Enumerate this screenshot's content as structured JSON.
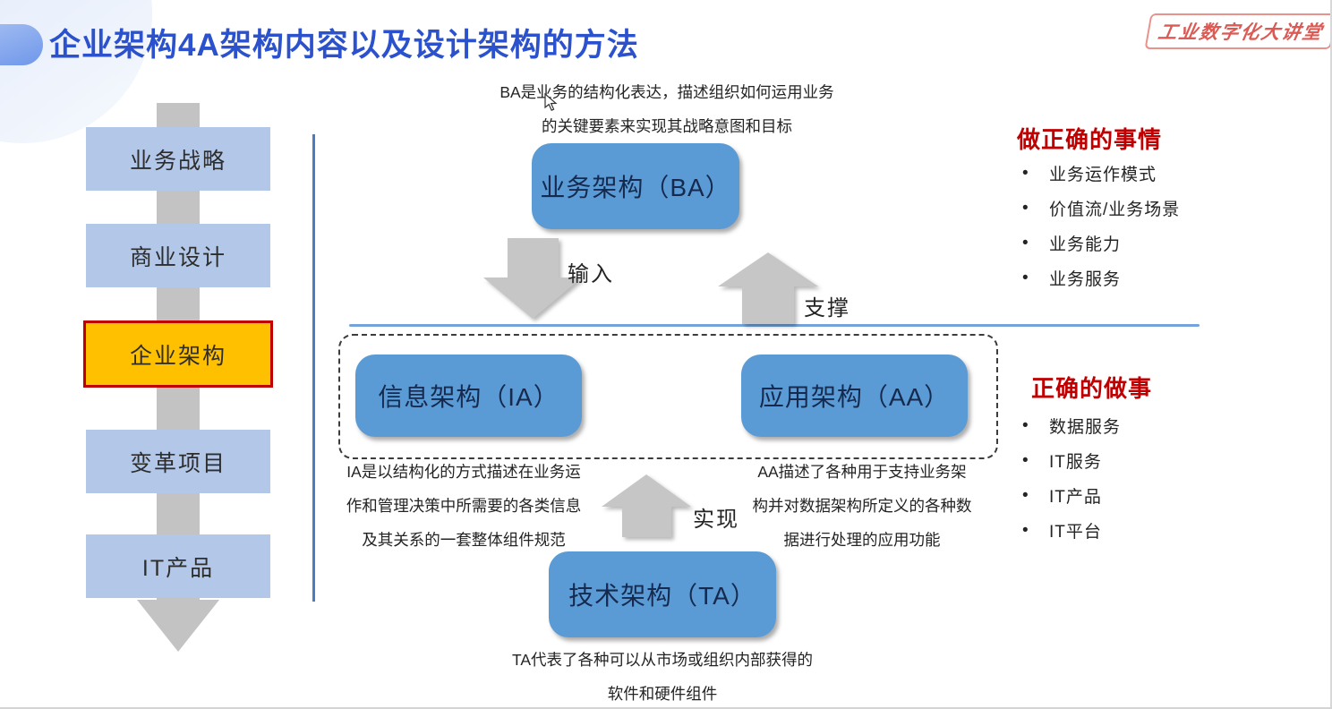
{
  "title": "企业架构4A架构内容以及设计架构的方法",
  "logo": "工业数字化大讲堂",
  "left_flow": {
    "steps": [
      {
        "label": "业务战略",
        "highlight": false
      },
      {
        "label": "商业设计",
        "highlight": false
      },
      {
        "label": "企业架构",
        "highlight": true
      },
      {
        "label": "变革项目",
        "highlight": false
      },
      {
        "label": "IT产品",
        "highlight": false
      }
    ]
  },
  "diagram": {
    "ba_box": "业务架构（BA）",
    "ia_box": "信息架构（IA）",
    "aa_box": "应用架构（AA）",
    "ta_box": "技术架构（TA）",
    "ba_desc_line1": "BA是业务的结构化表达，描述组织如何运用业务",
    "ba_desc_line2": "的关键要素来实现其战略意图和目标",
    "ia_desc_line1": "IA是以结构化的方式描述在业务运",
    "ia_desc_line2": "作和管理决策中所需要的各类信息",
    "ia_desc_line3": "及其关系的一套整体组件规范",
    "aa_desc_line1": "AA描述了各种用于支持业务架",
    "aa_desc_line2": "构并对数据架构所定义的各种数",
    "aa_desc_line3": "据进行处理的应用功能",
    "ta_desc_line1": "TA代表了各种可以从市场或组织内部获得的",
    "ta_desc_line2": "软件和硬件组件",
    "arrow_input_label": "输入",
    "arrow_support_label": "支撑",
    "arrow_realize_label": "实现"
  },
  "right_panel": {
    "section1": {
      "heading": "做正确的事情",
      "items": [
        "业务运作模式",
        "价值流/业务场景",
        "业务能力",
        "业务服务"
      ]
    },
    "section2": {
      "heading": "正确的做事",
      "items": [
        "数据服务",
        "IT服务",
        "IT产品",
        "IT平台"
      ]
    }
  },
  "colors": {
    "title_blue": "#2b52cc",
    "box_blue": "#5b9bd5",
    "light_blue": "#b3c7e8",
    "highlight_orange": "#ffc000",
    "highlight_border_red": "#c00000",
    "heading_red": "#c00000",
    "arrow_gray": "#c6c6c6",
    "divider_blue": "#4b7cbf"
  }
}
